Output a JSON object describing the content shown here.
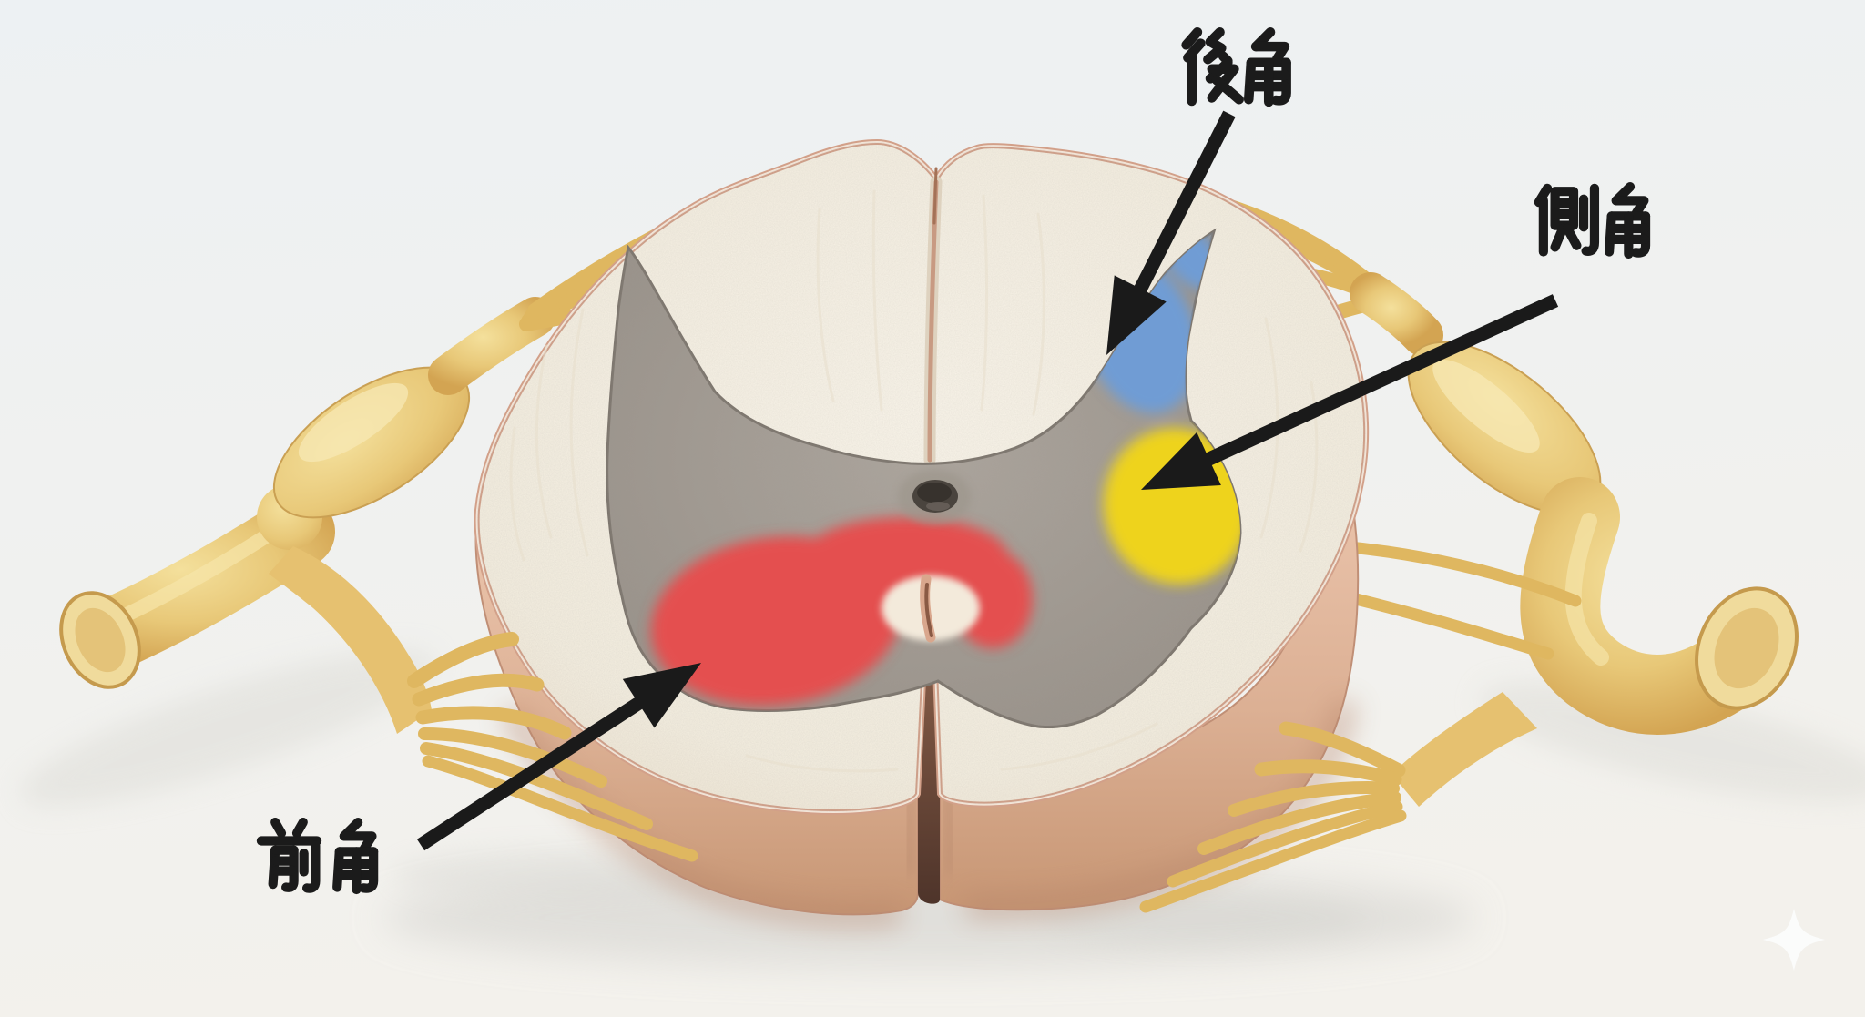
{
  "figure": {
    "subject": "spinal cord cross-section illustration",
    "labels": [
      {
        "id": "posterior-horn",
        "text": "後角",
        "region_color": "#6f9cd4"
      },
      {
        "id": "lateral-horn",
        "text": "側角",
        "region_color": "#eed31c"
      },
      {
        "id": "anterior-horn",
        "text": "前角",
        "region_color": "#e44f4f"
      }
    ],
    "arrows": [
      {
        "from_label": "後角",
        "to_region": "posterior-horn"
      },
      {
        "from_label": "側角",
        "to_region": "lateral-horn"
      },
      {
        "from_label": "前角",
        "to_region": "anterior-horn"
      }
    ],
    "palette": {
      "white_matter": "#f5efe2",
      "gray_matter": "#a29b93",
      "pia_rim": "#d2a089",
      "cord_side_face": "#d9ae92",
      "nerve_root": "#e8c878",
      "arrow_and_text": "#1a1a1a",
      "background_top": "#edf1f3",
      "background_bottom": "#f3f1ec"
    },
    "watermark": {
      "icon": "sparkle",
      "color": "#fbfcfc"
    }
  }
}
